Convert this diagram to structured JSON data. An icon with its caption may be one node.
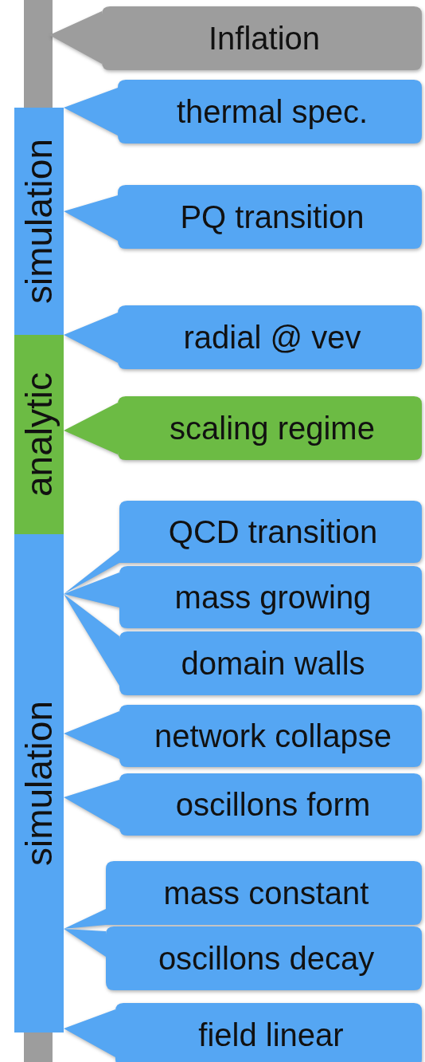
{
  "diagram": {
    "nodes": [
      {
        "text": [
          "Inflation"
        ]
      },
      {
        "text": [
          "simulation"
        ]
      },
      {
        "text": [
          "thermal spec."
        ]
      },
      {
        "text": [
          "PQ transition"
        ]
      },
      {
        "text": [
          "radial @ vev"
        ]
      },
      {
        "text": [
          "analytic"
        ]
      },
      {
        "text": [
          "scaling regime"
        ]
      },
      {
        "text": [
          "simulation"
        ]
      },
      {
        "text": [
          "QCD transition"
        ]
      },
      {
        "text": [
          "mass growing"
        ]
      },
      {
        "text": [
          "domain walls"
        ]
      },
      {
        "text": [
          "network collapse"
        ]
      },
      {
        "text": [
          "oscillons form"
        ]
      },
      {
        "text": [
          "mass constant"
        ]
      },
      {
        "text": [
          "oscillons decay"
        ]
      },
      {
        "text": [
          "field linear"
        ]
      }
    ]
  }
}
